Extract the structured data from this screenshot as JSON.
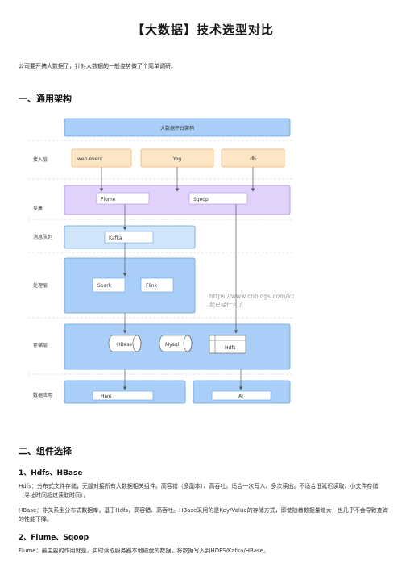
{
  "title": "【大数据】技术选型对比",
  "intro": "公司要开搞大数据了，针对大数据的一般姿势做了个简单调研。",
  "section1": {
    "heading": "一、通用架构"
  },
  "diagram": {
    "top_label": "大数据平台架构",
    "rows": {
      "ingest": "接入层",
      "collect": "采集",
      "queue": "消息队列",
      "process": "处理层",
      "storage": "存储层",
      "app": "数据应用"
    },
    "ingest_boxes": [
      "web event",
      "Yog",
      "db"
    ],
    "collect_boxes": [
      "Flume",
      "Sqoop"
    ],
    "queue_box": "Kafka",
    "process_boxes": [
      "Spark",
      "Flink"
    ],
    "storage_boxes": [
      "HBase",
      "Mysql",
      "Hdfs"
    ],
    "app_boxes": [
      "Hive",
      "AI"
    ],
    "watermark_line1": "https://www.cnblogs.com/kbian/",
    "watermark_line2": "我已经什么了"
  },
  "section2": {
    "heading": "二、组件选择"
  },
  "sub1": {
    "heading": "1、Hdfs、HBase",
    "p1": "Hdfs：分布式文件存储，无缝对接所有大数据相关组件。高容错（多副本）、高吞吐。适合一次写入、多次读出。不适合低延迟读取、小文件存储（寻址时间超过读取时间）。",
    "p2": "HBase：非关系型分布式数据库，基于Hdfs，高容错、高吞吐。HBase采用的是Key/Value的存储方式，即使随着数据量增大，也几乎不会导致查询的性能下降。"
  },
  "sub2": {
    "heading": "2、Flume、Sqoop",
    "p1": "Flume：最主要的作用就是，实时读取服务器本地磁盘的数据，将数据写入到HDFS/Kafka/HBase。"
  },
  "colors": {
    "blue_box": "#a9cef7",
    "blue_stroke": "#6a9fdc",
    "orange_box": "#fde6c6",
    "orange_stroke": "#f2b36c",
    "purple_box": "#e2d1fb",
    "purple_stroke": "#b08ee6",
    "light_blue_box": "#d1e6fb"
  }
}
